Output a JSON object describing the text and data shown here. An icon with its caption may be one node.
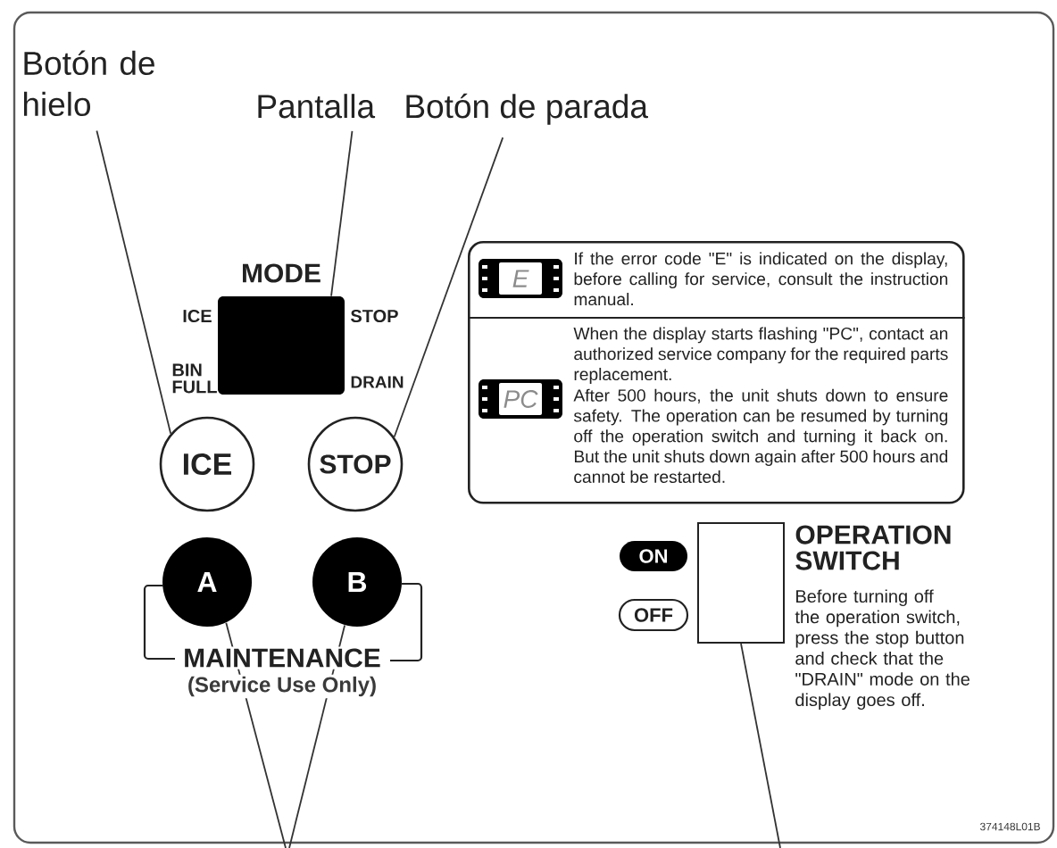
{
  "diagram": {
    "nodes": [
      {
        "text": [
          "Botón de hielo"
        ]
      },
      {
        "text": [
          "Pantalla"
        ]
      },
      {
        "text": [
          "Botón de parada"
        ]
      },
      {
        "text": [
          "MODE"
        ],
        "beside": [
          "ICE",
          "STOP",
          "BIN FULL",
          "DRAIN"
        ]
      },
      {
        "text": [
          "If the error code \"E\" is indicated on the display, before calling for service, consult the instruction manual.",
          "When the display starts flashing \"PC\", contact an authorized service company for the required parts replacement.",
          "After 500 hours, the unit shuts down to ensure safety. The operation can be resumed by turning off the operation switch and turning it back on. But the unit shuts down again after 500 hours and cannot be restarted."
        ]
      },
      {
        "text": [
          "E"
        ],
        "in": 4
      },
      {
        "text": [
          "PC"
        ],
        "in": 4
      },
      {
        "text": [
          "ICE"
        ]
      },
      {
        "text": [
          "STOP"
        ]
      },
      {
        "text": [
          "A"
        ]
      },
      {
        "text": [
          "B"
        ]
      },
      {
        "text": [
          "ON"
        ]
      },
      {
        "text": [
          "OFF"
        ]
      },
      {
        "text": [],
        "shape": "box",
        "beside": [
          "OPERATION SWITCH",
          "Before turning off the operation switch, press the stop button and check that the \"DRAIN\" mode on the display goes off."
        ]
      }
    ],
    "edges": [
      {
        "from": 0,
        "to": 7,
        "arrow": "none"
      },
      {
        "from": 1,
        "to": 3,
        "arrow": "none"
      },
      {
        "from": 2,
        "to": 8,
        "arrow": "none"
      },
      {
        "from": null,
        "to": 9,
        "arrow": "none"
      },
      {
        "from": null,
        "to": 10,
        "arrow": "none"
      },
      {
        "from": null,
        "to": 13,
        "arrow": "none"
      }
    ],
    "labels": [
      "MAINTENANCE",
      "(Service Use Only)",
      "374148L01B"
    ]
  }
}
